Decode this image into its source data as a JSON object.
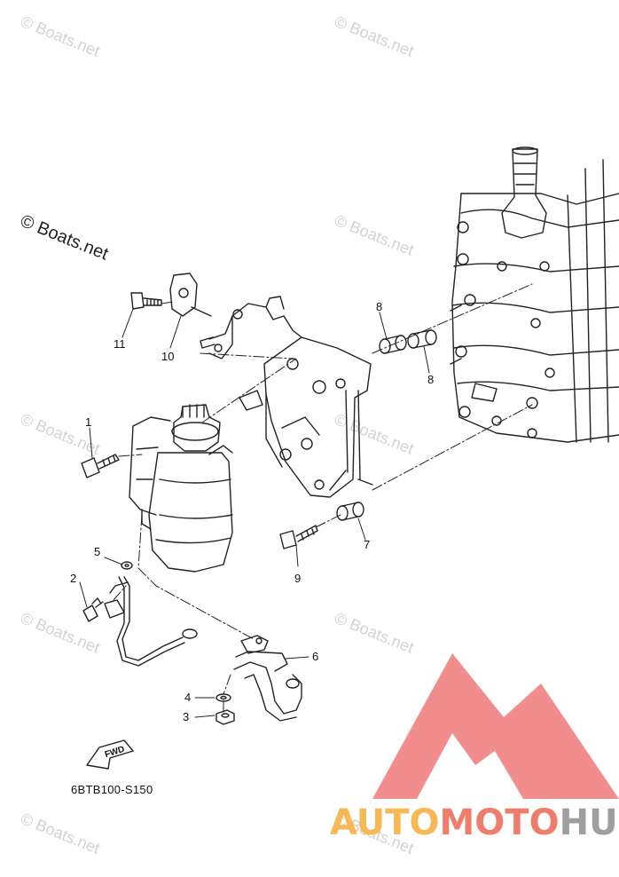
{
  "watermark_text": "© Boats.net",
  "main_copyright": "© Boats.net",
  "callouts": [
    "1",
    "2",
    "3",
    "4",
    "5",
    "6",
    "7",
    "8",
    "8",
    "9",
    "10",
    "11"
  ],
  "diagram_code": "6BTB100-S150",
  "fwd_label": "FWD",
  "brand": {
    "part1": "AUTO",
    "part2": "MOTO",
    "part3": "HUB"
  },
  "colors": {
    "line": "#222222",
    "watermark": "#d2d2d2",
    "logo_red": "#f28d8d",
    "brand_orange": "#f7b955",
    "brand_red": "#ee7e6b",
    "brand_gray": "#9e9e9e"
  }
}
